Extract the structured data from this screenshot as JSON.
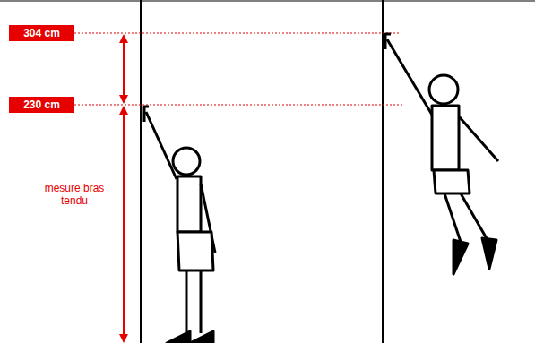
{
  "diagram": {
    "nodes": [
      {
        "text": [
          "304 cm"
        ]
      },
      {
        "text": [
          "230 cm"
        ]
      }
    ],
    "labels": [
      "mesure bras tendu"
    ]
  }
}
